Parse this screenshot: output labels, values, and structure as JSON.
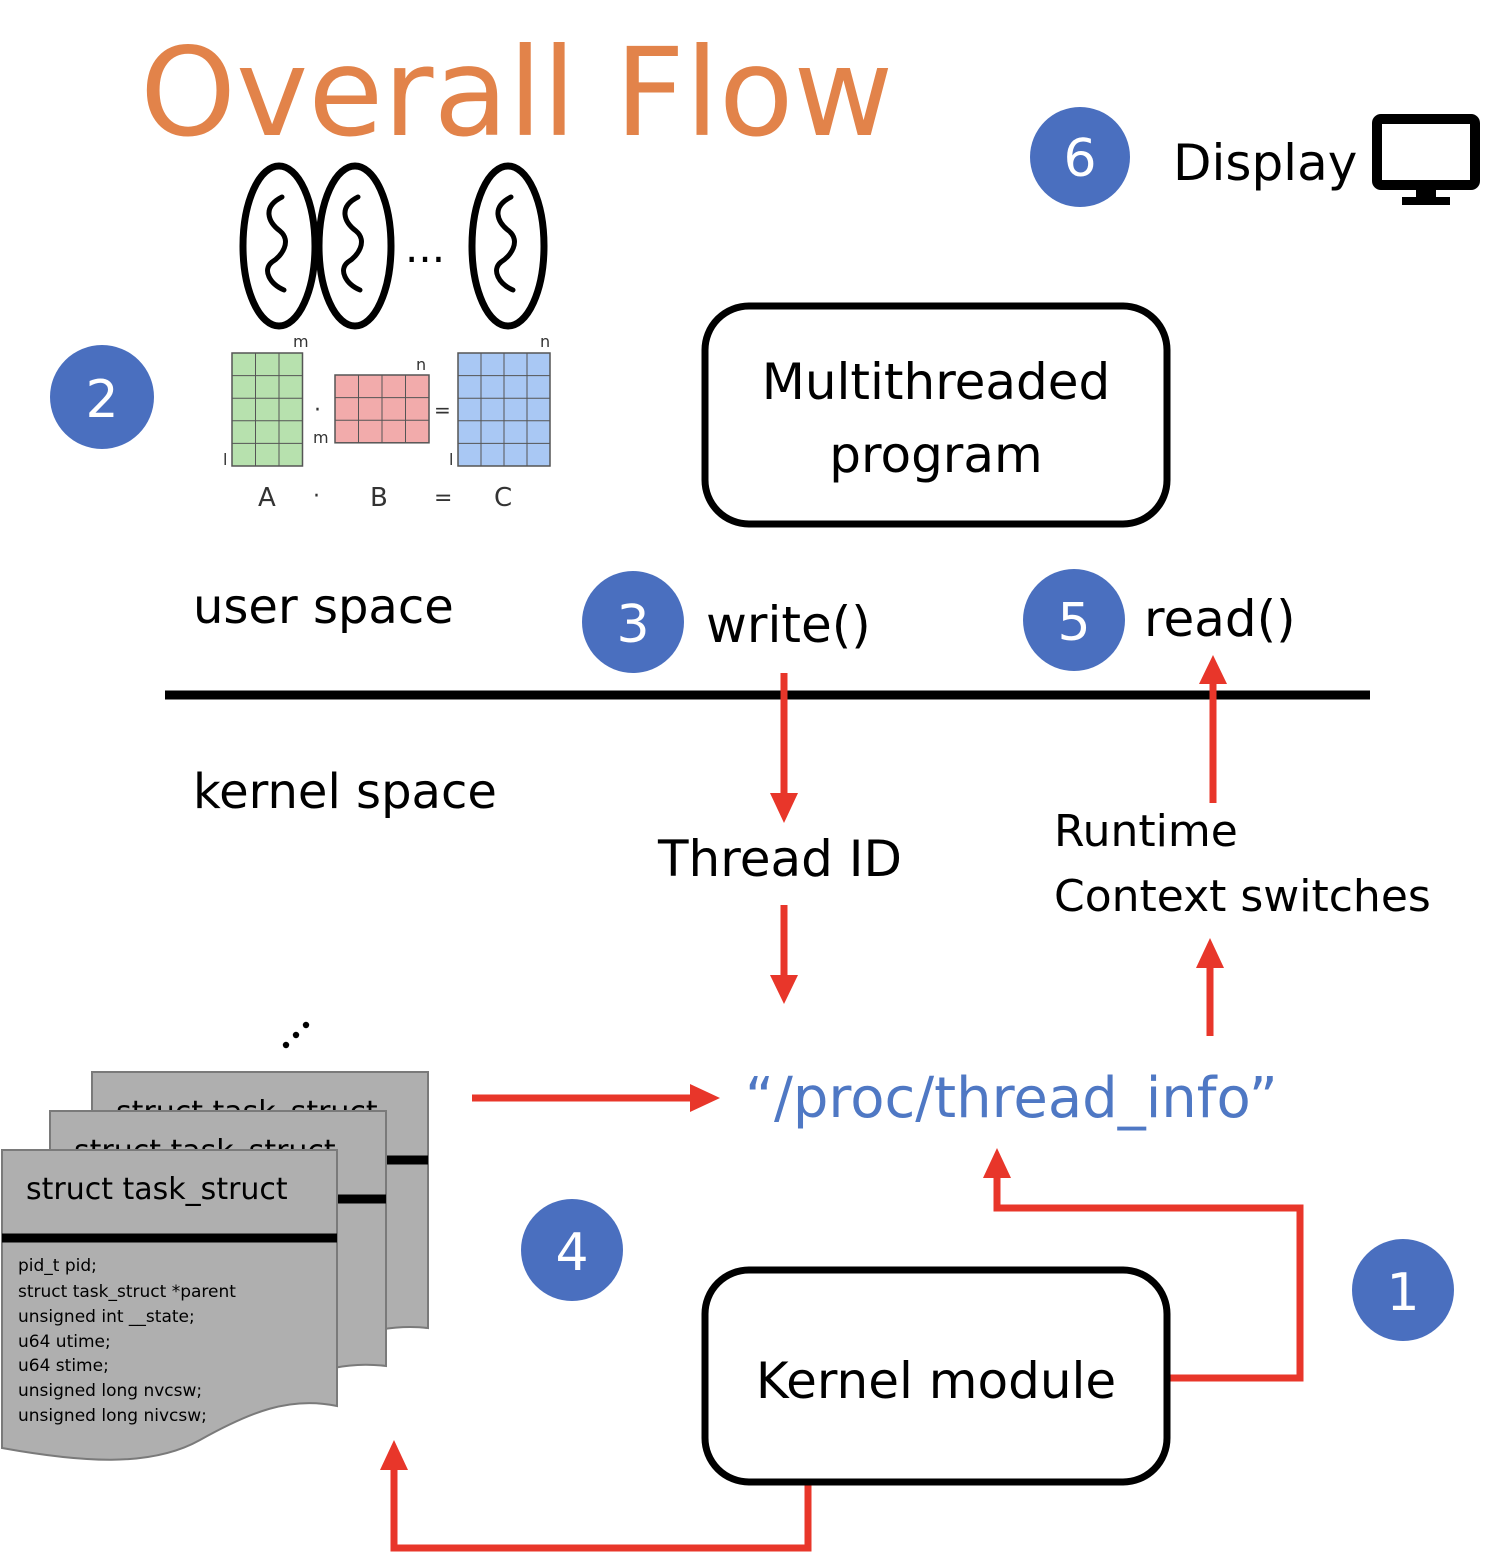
{
  "title": "Overall Flow",
  "colors": {
    "title": "#E2834A",
    "badge": "#4A6FBF",
    "arrow": "#E8362A",
    "proc_path": "#4F78C4",
    "matrix_a": "#B7E1AE",
    "matrix_b": "#F2ABAB",
    "matrix_c": "#A9C8F4",
    "struct_card": "#AFAFAF"
  },
  "steps": [
    {
      "number": "1",
      "label": ""
    },
    {
      "number": "2",
      "label": ""
    },
    {
      "number": "3",
      "label": "write()"
    },
    {
      "number": "4",
      "label": ""
    },
    {
      "number": "5",
      "label": "read()"
    },
    {
      "number": "6",
      "label": "Display"
    }
  ],
  "icons": {
    "display": "monitor-icon",
    "thread": "thread-icon"
  },
  "threads": {
    "ellipsis": "..."
  },
  "matrix": {
    "dim_labels": {
      "m_top": "m",
      "n_b": "n",
      "n_c": "n",
      "m_side": "m",
      "l_a": "l",
      "l_c": "l"
    },
    "dot": "·",
    "equals": "=",
    "caption": {
      "a": "A",
      "dot": "·",
      "b": "B",
      "eq": "=",
      "c": "C"
    }
  },
  "boxes": {
    "program_line1": "Multithreaded",
    "program_line2": "program",
    "kernel_module": "Kernel module"
  },
  "spaces": {
    "user": "user space",
    "kernel": "kernel space"
  },
  "labels": {
    "thread_id": "Thread ID",
    "runtime": "Runtime",
    "context_switches": "Context switches",
    "proc_path": "“/proc/thread_info”"
  },
  "struct_cards": {
    "title": "struct task_struct",
    "back_title": "struct task_struct",
    "more": "...",
    "fields": [
      "pid_t pid;",
      "struct task_struct *parent",
      "unsigned int __state;",
      "u64 utime;",
      "u64 stime;",
      "unsigned long nvcsw;",
      "unsigned long nivcsw;"
    ]
  }
}
